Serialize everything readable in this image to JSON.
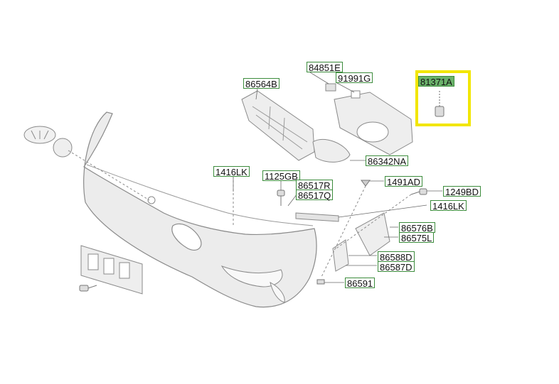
{
  "part_labels": {
    "p84851E": "84851E",
    "p91991G": "91991G",
    "p86564B": "86564B",
    "p81371A": "81371A",
    "p86342NA": "86342NA",
    "p1416LK_a": "1416LK",
    "p1125GB": "1125GB",
    "p1491AD": "1491AD",
    "p86517R": "86517R",
    "p86517Q": "86517Q",
    "p1249BD": "1249BD",
    "p1416LK_b": "1416LK",
    "p86576B": "86576B",
    "p86575L": "86575L",
    "p86588D": "86588D",
    "p86587D": "86587D",
    "p86591": "86591"
  },
  "highlighted_part": "81371A",
  "colors": {
    "label_border": "#3c8c3c",
    "label_highlight_fill": "#6bb26b",
    "highlight_frame": "#f2e600",
    "part_line": "#8a8a8a",
    "leader_line": "#6a6a6a"
  }
}
